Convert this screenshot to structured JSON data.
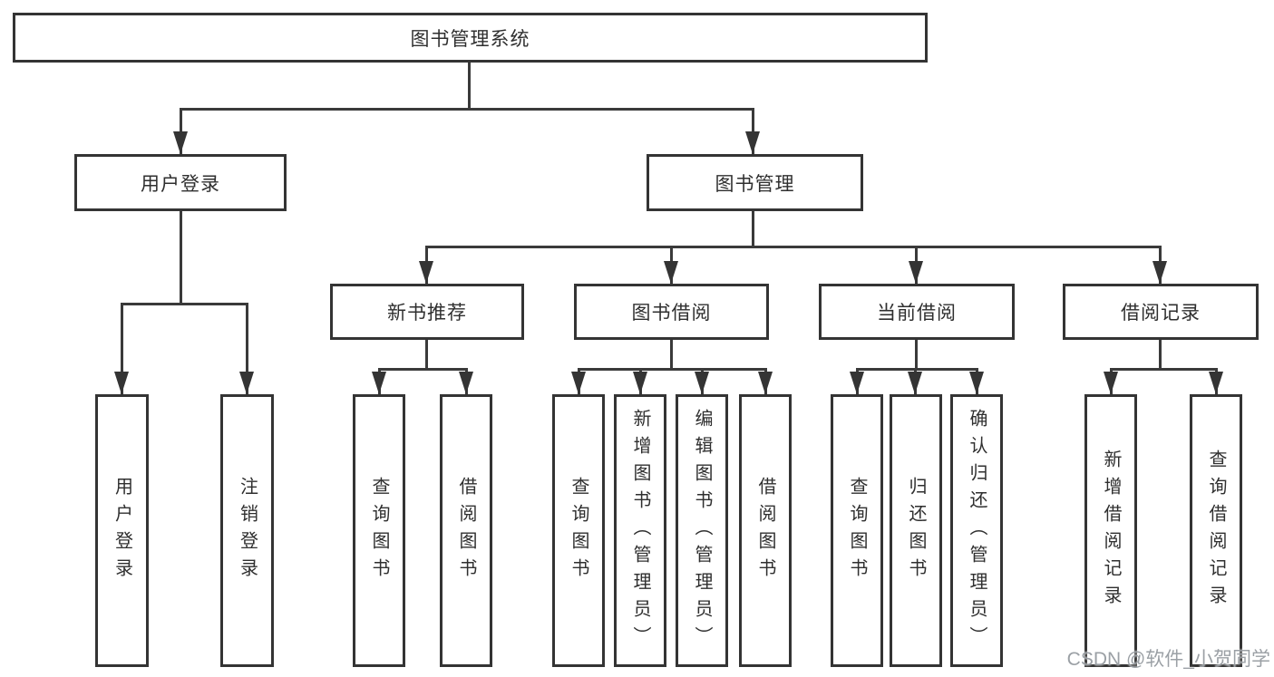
{
  "diagram_title": "图书管理系统",
  "watermark": "CSDN @软件_小贺同学",
  "colors": {
    "line": "#3a3a3a",
    "border": "#343434",
    "text": "#2f2f2f",
    "background": "#ffffff",
    "watermark": "#969ba0"
  },
  "tree": {
    "label": "图书管理系统",
    "children": [
      {
        "label": "用户登录",
        "children": [
          {
            "label": "用户登录"
          },
          {
            "label": "注销登录"
          }
        ]
      },
      {
        "label": "图书管理",
        "children": [
          {
            "label": "新书推荐",
            "children": [
              {
                "label": "查询图书"
              },
              {
                "label": "借阅图书"
              }
            ]
          },
          {
            "label": "图书借阅",
            "children": [
              {
                "label": "查询图书"
              },
              {
                "label": "新增图书（管理员）"
              },
              {
                "label": "编辑图书（管理员）"
              },
              {
                "label": "借阅图书"
              }
            ]
          },
          {
            "label": "当前借阅",
            "children": [
              {
                "label": "查询图书"
              },
              {
                "label": "归还图书"
              },
              {
                "label": "确认归还（管理员）"
              }
            ]
          },
          {
            "label": "借阅记录",
            "children": [
              {
                "label": "新增借阅记录"
              },
              {
                "label": "查询借阅记录"
              }
            ]
          }
        ]
      }
    ]
  }
}
